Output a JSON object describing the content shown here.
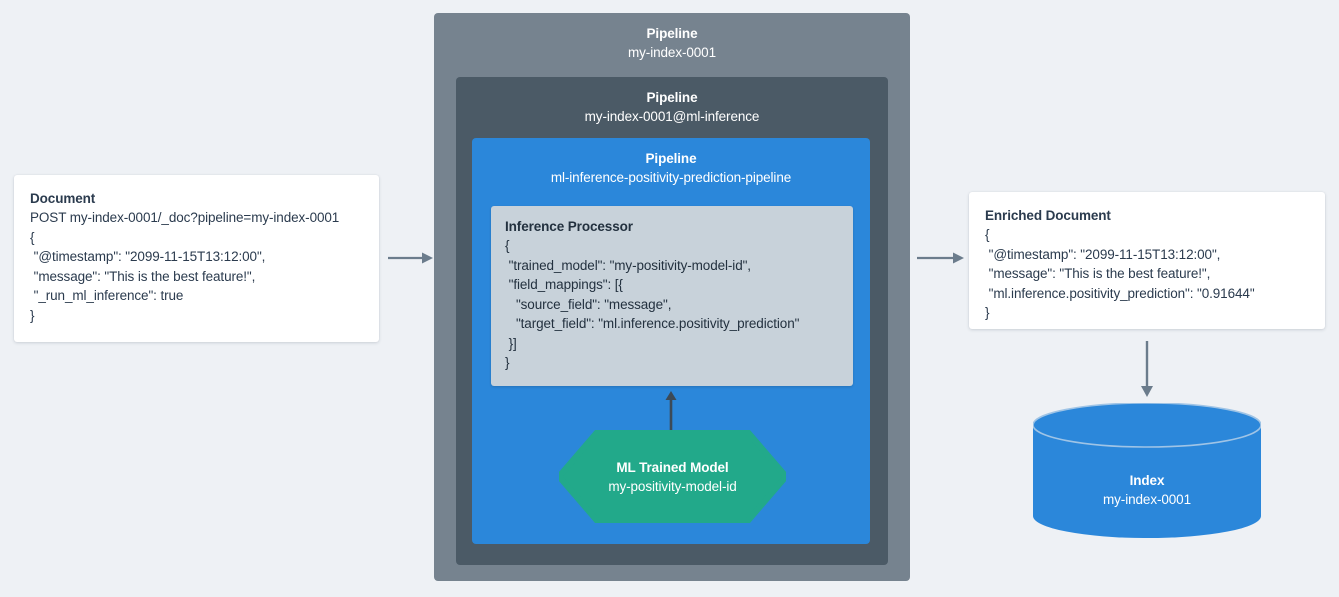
{
  "page": {
    "background_color": "#eef1f5",
    "title": "Elasticsearch ML inference ingest pipeline diagram"
  },
  "colors": {
    "outer_pipeline": "#76838f",
    "mid_pipeline": "#4b5a66",
    "inner_pipeline": "#2b87da",
    "processor_box": "#c8d2da",
    "ml_model_green": "#22a98a",
    "index_blue": "#2b87da",
    "arrow_gray": "#6b7c8c",
    "card_background": "#ffffff",
    "text_dark": "#2b3b4e"
  },
  "document": {
    "title": "Document",
    "lines": [
      "POST my-index-0001/_doc?pipeline=my-index-0001",
      "{",
      " \"@timestamp\": \"2099-11-15T13:12:00\",",
      " \"message\": \"This is the best feature!\",",
      " \"_run_ml_inference\": true",
      "}"
    ]
  },
  "pipelines": {
    "outer": {
      "kind": "Pipeline",
      "name": "my-index-0001"
    },
    "middle": {
      "kind": "Pipeline",
      "name": "my-index-0001@ml-inference"
    },
    "inner": {
      "kind": "Pipeline",
      "name": "ml-inference-positivity-prediction-pipeline"
    }
  },
  "processor": {
    "title": "Inference Processor",
    "lines": [
      "{",
      " \"trained_model\": \"my-positivity-model-id\",",
      " \"field_mappings\": [{",
      "   \"source_field\": \"message\",",
      "   \"target_field\": \"ml.inference.positivity_prediction\"",
      " }]",
      "}"
    ]
  },
  "ml_model": {
    "kind": "ML Trained Model",
    "name": "my-positivity-model-id"
  },
  "enriched_document": {
    "title": "Enriched Document",
    "lines": [
      "{",
      " \"@timestamp\": \"2099-11-15T13:12:00\",",
      " \"message\": \"This is the best feature!\",",
      " \"ml.inference.positivity_prediction\": \"0.91644\"",
      "}"
    ]
  },
  "index": {
    "kind": "Index",
    "name": "my-index-0001"
  },
  "arrows": [
    {
      "id": "document-to-pipeline",
      "direction": "right"
    },
    {
      "id": "pipeline-to-enriched-document",
      "direction": "right"
    },
    {
      "id": "model-to-processor",
      "direction": "up"
    },
    {
      "id": "enriched-document-to-index",
      "direction": "down"
    }
  ]
}
